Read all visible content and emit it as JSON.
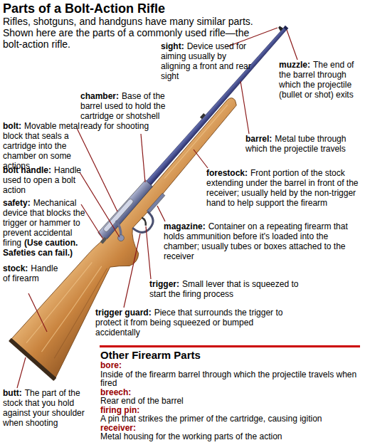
{
  "diagram": {
    "title": "Parts of a Bolt-Action Rifle",
    "labels": [
      "Rifles, shotguns, and handguns have many similar parts. Shown here are the parts of a commonly used rifle—the bolt-action rifle.",
      "sight:",
      "Device used for aiming usually by aligning a front and rear sight",
      "chamber:",
      "Base of the barrel used to hold the cartridge or shotshell ready for shooting",
      "muzzle:",
      "The end of the barrel through which the projectile (bullet or shot) exits",
      "bolt:",
      "Movable metal block that seals a cartridge into the chamber on some actions",
      "barrel:",
      "Metal tube through which the projectile travels",
      "bolt handle:",
      "Handle used to open a bolt action",
      "forestock:",
      "Front portion of the stock extending under the barrel in front of the receiver; usually held by the non-trigger hand to help support the firearm",
      "safety:",
      "Mechanical device that blocks the trigger or hammer to prevent accidental firing",
      "(Use caution. Safeties can fail.)",
      "magazine:",
      "Container on a repeating firearm that holds ammunition before it's loaded into the chamber; usually tubes or boxes attached to the receiver",
      "stock:",
      "Handle of firearm",
      "trigger:",
      "Small lever that is squeezed to start the firing process",
      "trigger guard:",
      "Piece that surrounds the trigger to protect it from being squeezed or bumped accidentally",
      "butt:",
      "The part of the stock that you hold against your shoulder when shooting",
      "Other Firearm Parts",
      "bore:",
      "Inside of the firearm barrel through which the projectile travels when fired",
      "breech:",
      "Rear end of the barrel",
      "firing pin:",
      "A pin that strikes the primer of the cartridge, causing igition",
      "receiver:",
      "Metal housing for the working parts of the action"
    ]
  }
}
